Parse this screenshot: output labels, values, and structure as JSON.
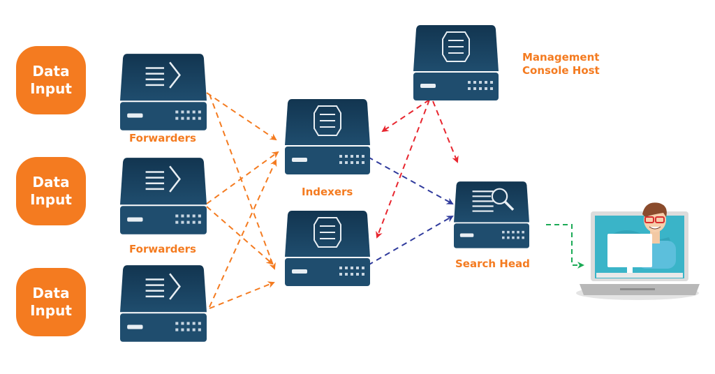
{
  "diagram": {
    "title": "Splunk distributed architecture",
    "nodes": {
      "data_inputs": [
        {
          "line1": "Data",
          "line2": "Input"
        },
        {
          "line1": "Data",
          "line2": "Input"
        },
        {
          "line1": "Data",
          "line2": "Input"
        }
      ],
      "forwarders_label_1": "Forwarders",
      "forwarders_label_2": "Forwarders",
      "indexers_label": "Indexers",
      "management_label_line1": "Management",
      "management_label_line2": "Console Host",
      "search_head_label": "Search Head"
    },
    "edges": [
      {
        "from": "forwarder-1",
        "to": "indexer-1",
        "color": "orange",
        "style": "dashed"
      },
      {
        "from": "forwarder-1",
        "to": "indexer-2",
        "color": "orange",
        "style": "dashed"
      },
      {
        "from": "forwarder-2",
        "to": "indexer-1",
        "color": "orange",
        "style": "dashed"
      },
      {
        "from": "forwarder-2",
        "to": "indexer-2",
        "color": "orange",
        "style": "dashed"
      },
      {
        "from": "forwarder-3",
        "to": "indexer-1",
        "color": "orange",
        "style": "dashed"
      },
      {
        "from": "forwarder-3",
        "to": "indexer-2",
        "color": "orange",
        "style": "dashed"
      },
      {
        "from": "management-console",
        "to": "indexer-1",
        "color": "red",
        "style": "dashed"
      },
      {
        "from": "management-console",
        "to": "indexer-2",
        "color": "red",
        "style": "dashed"
      },
      {
        "from": "management-console",
        "to": "search-head",
        "color": "red",
        "style": "dashed"
      },
      {
        "from": "indexer-1",
        "to": "search-head",
        "color": "blue",
        "style": "dashed"
      },
      {
        "from": "indexer-2",
        "to": "search-head",
        "color": "blue",
        "style": "dashed"
      },
      {
        "from": "search-head",
        "to": "user-laptop",
        "color": "green",
        "style": "dashed"
      }
    ],
    "colors": {
      "accent_orange": "#f47b20",
      "server_dark": "#1d4a6a",
      "arrow_red": "#e8262f",
      "arrow_blue": "#2f3a9c",
      "arrow_green": "#1aaa55"
    }
  }
}
